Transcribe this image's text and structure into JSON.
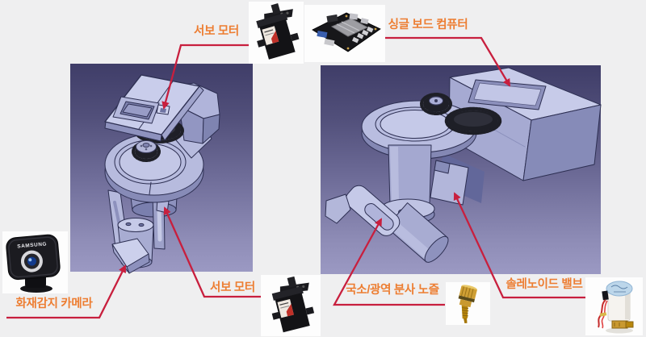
{
  "diagram": {
    "labels": {
      "servo_top": "서보 모터",
      "single_board_computer": "싱글 보드 컴퓨터",
      "fire_camera": "화재감지 카메라",
      "servo_bottom": "서보 모터",
      "nozzle": "국소/광역 분사 노즐",
      "solenoid_valve": "솔레노이드 밸브"
    },
    "camera_brand": "SAMSUNG",
    "photos": {
      "servo_top": "servo-motor-photo",
      "single_board_computer": "single-board-computer-photo",
      "fire_camera": "fire-detection-camera-photo",
      "servo_bottom": "servo-motor-photo",
      "nozzle": "spray-nozzle-photo",
      "solenoid_valve": "solenoid-valve-photo"
    },
    "colors": {
      "label_text": "#ED7D31",
      "connector_line": "#C81F3E",
      "page_background": "#EFEFF0",
      "panel_gradient_top": "#3F3D68",
      "panel_gradient_bottom": "#9B99C3",
      "cad_model_light": "#C7CBE9",
      "cad_model_dark": "#868BB8",
      "gear_dark": "#1E1F27"
    }
  }
}
